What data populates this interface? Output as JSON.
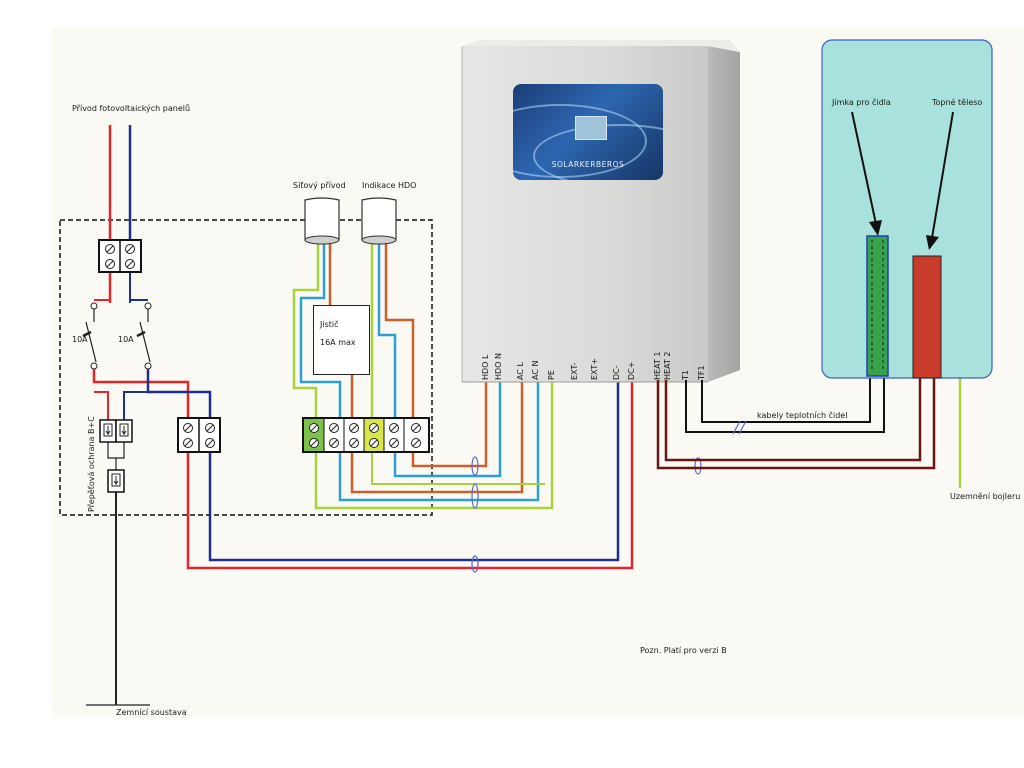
{
  "labels": {
    "pv_supply": "Přívod fotovoltaických panelů",
    "mains_supply": "Síťový přívod",
    "hdo_indication": "Indikace HDO",
    "breaker_title": "Jistič",
    "breaker_rating": "16A max",
    "fuse_left": "10A",
    "fuse_right": "10A",
    "surge_protection": "Přepěťová ochrana B+C",
    "sensor_cables": "kabely teplotních čidel",
    "sensor_well": "Jímka pro čidla",
    "heating_element": "Topné těleso",
    "boiler_ground": "Uzemnění bojleru",
    "ground_system": "Zemnící soustava",
    "note": "Pozn. Platí pro verzi B"
  },
  "device": {
    "brand": "SOLARKERBEROS"
  },
  "terminals": [
    "HDO L",
    "HDO N",
    "AC L",
    "AC N",
    "PE",
    "EXT-",
    "EXT+",
    "DC-",
    "DC+",
    "HEAT 1",
    "HEAT 2",
    "T1",
    "TF1"
  ],
  "colors": {
    "dc_positive": "#e0262b",
    "dc_negative": "#1f2f8f",
    "phase": "#c8602a",
    "neutral": "#2e9fd1",
    "earth": "#a8d23a",
    "heater_cable": "#6b1512",
    "boiler_tank": "#a9e1dc",
    "heater_element": "#c93b2b",
    "enclosure": "#d9dad8"
  }
}
